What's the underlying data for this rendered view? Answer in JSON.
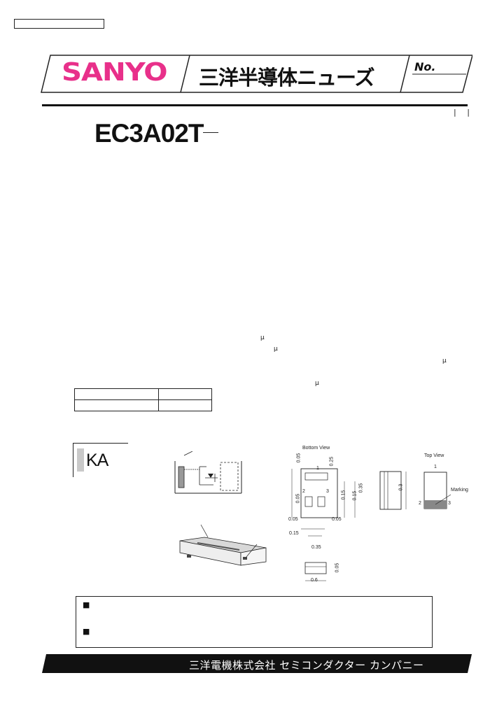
{
  "header": {
    "brand": "SANYO",
    "publication": "三洋半導体ニューズ",
    "number_label": "No."
  },
  "page_marks": "| |",
  "product": {
    "name": "EC3A02T"
  },
  "mu_symbols": [
    "μ",
    "μ",
    "μ",
    "μ"
  ],
  "marking_code": "KA",
  "package_drawing": {
    "bottom_view_label": "Bottom View",
    "top_view_label": "Top View",
    "marking_label": "Marking",
    "dims": [
      "0.05",
      "0.25",
      "0.15",
      "0.35",
      "0.05",
      "0.05",
      "0.05",
      "0.15",
      "0.15",
      "0.35",
      "0.05",
      "0.6"
    ],
    "pins": [
      "1",
      "2",
      "3"
    ],
    "side_dim": "0.3"
  },
  "notes": {
    "bullets": [
      "■",
      "■"
    ]
  },
  "footer": {
    "company": "三洋電機株式会社 セミコンダクター カンパニー"
  }
}
